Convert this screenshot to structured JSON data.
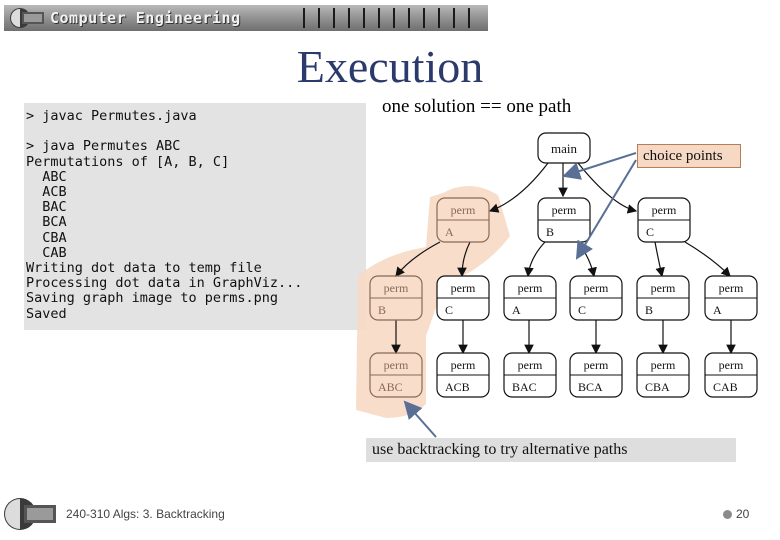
{
  "header": {
    "banner_title": "Computer Engineering"
  },
  "slide": {
    "title": "Execution",
    "subtitle": "one solution == one path"
  },
  "terminal": {
    "lines": [
      "> javac Permutes.java",
      "",
      "> java Permutes ABC",
      "Permutations of [A, B, C]",
      "  ABC",
      "  ACB",
      "  BAC",
      "  BCA",
      "  CBA",
      "  CAB",
      "Writing dot data to temp file",
      "Processing dot data in GraphViz...",
      "Saving graph image to perms.png",
      "Saved"
    ]
  },
  "tree": {
    "root_label": "main",
    "node_title": "perm",
    "level1": [
      "A",
      "B",
      "C"
    ],
    "level2": [
      "B",
      "C",
      "A",
      "C",
      "B",
      "A"
    ],
    "level3": [
      "ABC",
      "ACB",
      "BAC",
      "BCA",
      "CBA",
      "CAB"
    ]
  },
  "callouts": {
    "choice_points": "choice points",
    "backtracking": "use backtracking to try alternative paths"
  },
  "footer": {
    "course": "240-310 Algs:  3. Backtracking",
    "page": "20"
  },
  "colors": {
    "title": "#2b3a6b",
    "highlight": "#f6d9c4",
    "arrow": "#5a6f95"
  }
}
